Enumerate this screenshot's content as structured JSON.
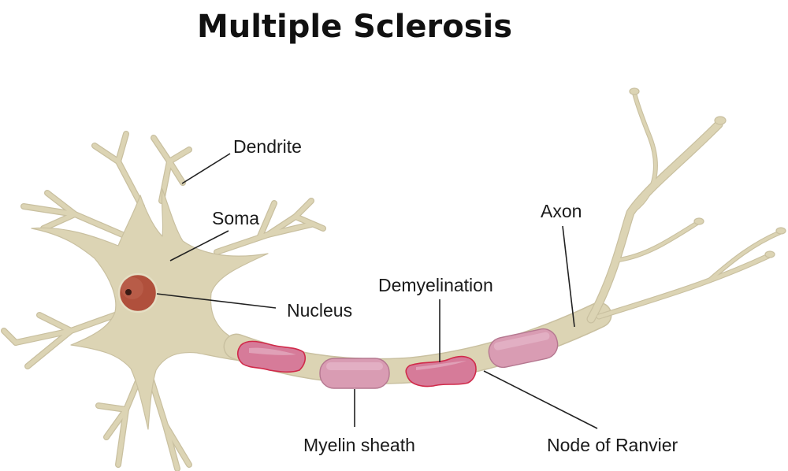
{
  "title": "Multiple Sclerosis",
  "labels": {
    "dendrite": "Dendrite",
    "soma": "Soma",
    "nucleus": "Nucleus",
    "demyelination": "Demyelination",
    "axon": "Axon",
    "myelin_sheath": "Myelin sheath",
    "node_of_ranvier": "Node of Ranvier"
  },
  "colors": {
    "cell_body": "#dcd4b4",
    "myelin": "#d99cb3",
    "nucleus": "#b0503c",
    "damage": "#d02a4a"
  }
}
